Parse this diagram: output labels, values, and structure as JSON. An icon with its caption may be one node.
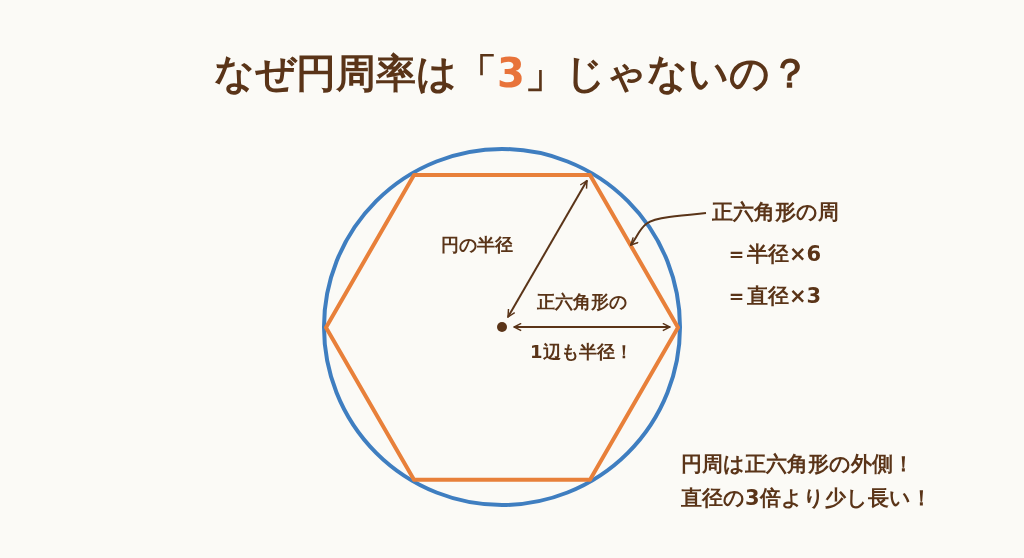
{
  "diagram": {
    "title": "なぜ円周率は「**3**」じゃないの？",
    "nodes": [
      {
        "text": [
          "正六角形の周",
          "＝半径×6",
          "＝直径×3"
        ]
      },
      {
        "text": [],
        "shape": "hexagon"
      }
    ],
    "edges": [
      {
        "from": 0,
        "to": 1,
        "arrow": "to"
      }
    ],
    "labels": [
      "円の半径",
      "正六角形の",
      "1辺も半径！",
      "円周は正六角形の外側！",
      "直径の3倍より少し長い！"
    ]
  }
}
